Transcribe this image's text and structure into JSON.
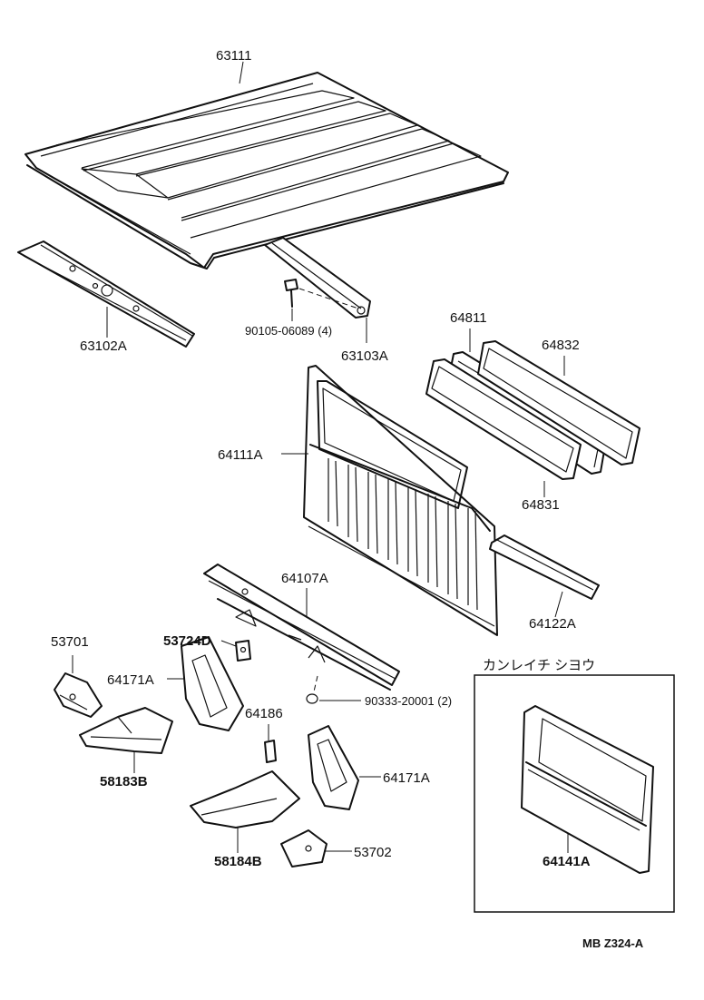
{
  "labels": {
    "p63111": "63111",
    "p63102A": "63102A",
    "p90105": "90105-06089 (4)",
    "p63103A": "63103A",
    "p64811": "64811",
    "p64832": "64832",
    "p64111A": "64111A",
    "p64831": "64831",
    "p64107A": "64107A",
    "p64122A": "64122A",
    "p53701": "53701",
    "p53724D": "53724D",
    "p64171A_left": "64171A",
    "p90333": "90333-20001 (2)",
    "p64186": "64186",
    "p58183B": "58183B",
    "p64171A_right": "64171A",
    "p58184B": "58184B",
    "p53702": "53702",
    "p64141A": "64141A"
  },
  "inset": {
    "title": "カンレイチ  シヨウ"
  },
  "footer": {
    "code": "MB  Z324-A"
  }
}
